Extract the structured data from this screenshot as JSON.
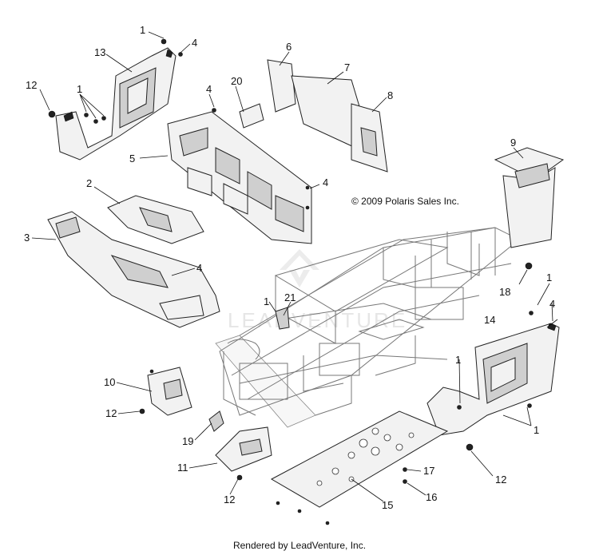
{
  "copyright": "© 2009 Polaris Sales Inc.",
  "footer": "Rendered by LeadVenture, Inc.",
  "watermark": "LEADVENTURE",
  "callouts": [
    "1",
    "4",
    "13",
    "12",
    "1",
    "4",
    "20",
    "6",
    "7",
    "8",
    "5",
    "2",
    "3",
    "4",
    "4",
    "9",
    "18",
    "1",
    "4",
    "21",
    "1",
    "14",
    "10",
    "12",
    "19",
    "11",
    "12",
    "1",
    "1",
    "12",
    "17",
    "15",
    "16"
  ],
  "parts": {
    "upper_left_panel": "13",
    "seat_base_panel": "5",
    "seat_pads": [
      "6",
      "7",
      "8"
    ],
    "floor_pan": "3",
    "center_console_cover": "2",
    "storage_box": "9",
    "right_side_panel": "14",
    "skid_plate": "15",
    "brackets": [
      "10",
      "11",
      "19",
      "21"
    ]
  }
}
